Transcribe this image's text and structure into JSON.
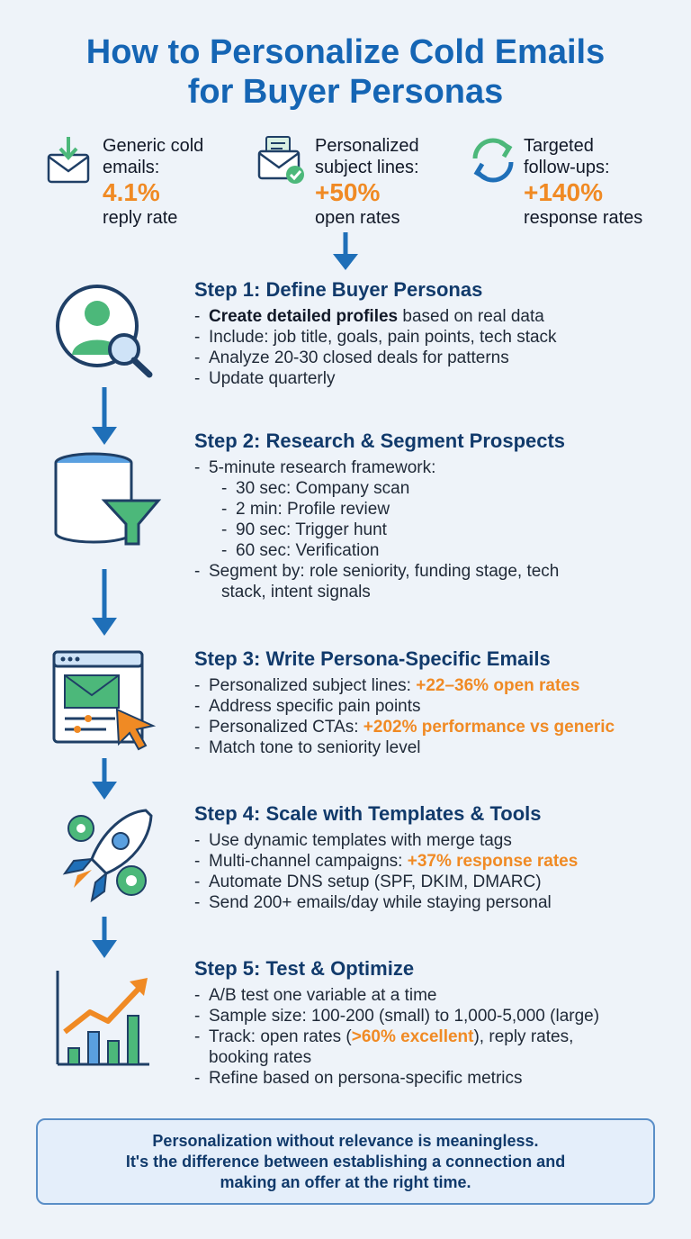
{
  "title": {
    "line1": "How to Personalize Cold Emails",
    "line2": "for Buyer Personas"
  },
  "stats": [
    {
      "label_a": "Generic cold",
      "label_b": "emails:",
      "value": "4.1%",
      "suffix": "reply rate",
      "icon": "envelope-download-icon"
    },
    {
      "label_a": "Personalized",
      "label_b": "subject lines:",
      "value": "+50%",
      "suffix": "open rates",
      "icon": "envelope-check-icon"
    },
    {
      "label_a": "Targeted",
      "label_b": "follow-ups:",
      "value": "+140%",
      "suffix": "response rates",
      "icon": "refresh-arrows-icon"
    }
  ],
  "steps": [
    {
      "title": "Step 1: Define Buyer Personas",
      "icon": "persona-search-icon",
      "items": [
        {
          "bold": "Create detailed profiles",
          "text": " based on real data"
        },
        {
          "text": "Include: job title, goals, pain points, tech stack"
        },
        {
          "text": "Analyze 20-30 closed deals for patterns"
        },
        {
          "text": "Update quarterly"
        }
      ]
    },
    {
      "title": "Step 2: Research & Segment Prospects",
      "icon": "database-funnel-icon",
      "items": [
        {
          "text": "5-minute research framework:"
        },
        {
          "text": "30 sec: Company scan",
          "sub": true
        },
        {
          "text": "2 min: Profile review",
          "sub": true
        },
        {
          "text": "90 sec: Trigger hunt",
          "sub": true
        },
        {
          "text": "60 sec: Verification",
          "sub": true
        },
        {
          "text": "Segment by: role seniority, funding stage, tech"
        },
        {
          "text": "stack, intent signals",
          "cont": true
        }
      ]
    },
    {
      "title": "Step 3: Write Persona-Specific Emails",
      "icon": "email-editor-icon",
      "items": [
        {
          "text": "Personalized subject lines: ",
          "hl": "+22–36% open rates"
        },
        {
          "text": "Address specific pain points"
        },
        {
          "text": "Personalized CTAs: ",
          "hl": "+202% performance vs generic"
        },
        {
          "text": "Match tone to seniority level"
        }
      ]
    },
    {
      "title": "Step 4: Scale with Templates & Tools",
      "icon": "rocket-gears-icon",
      "items": [
        {
          "text": "Use dynamic templates with merge tags"
        },
        {
          "text": "Multi-channel campaigns: ",
          "hl": "+37% response rates"
        },
        {
          "text": "Automate DNS setup (SPF, DKIM, DMARC)"
        },
        {
          "text": "Send 200+ emails/day while staying personal"
        }
      ]
    },
    {
      "title": "Step 5: Test & Optimize",
      "icon": "growth-chart-icon",
      "items": [
        {
          "text": "A/B test one variable at a time"
        },
        {
          "text": "Sample size: 100-200 (small) to 1,000-5,000 (large)"
        },
        {
          "text": "Track: open rates (",
          "hl": ">60% excellent",
          "after": "), reply rates,"
        },
        {
          "text": "booking rates",
          "cont": true
        },
        {
          "text": "Refine based on persona-specific metrics"
        }
      ]
    }
  ],
  "quote": {
    "line1": "Personalization without relevance is meaningless.",
    "line2": "It's the difference between establishing a connection and",
    "line3": "making an offer at the right time."
  },
  "colors": {
    "primary": "#1565b4",
    "accent": "#f08a24",
    "green": "#4cb87a",
    "dark": "#113a6b"
  }
}
